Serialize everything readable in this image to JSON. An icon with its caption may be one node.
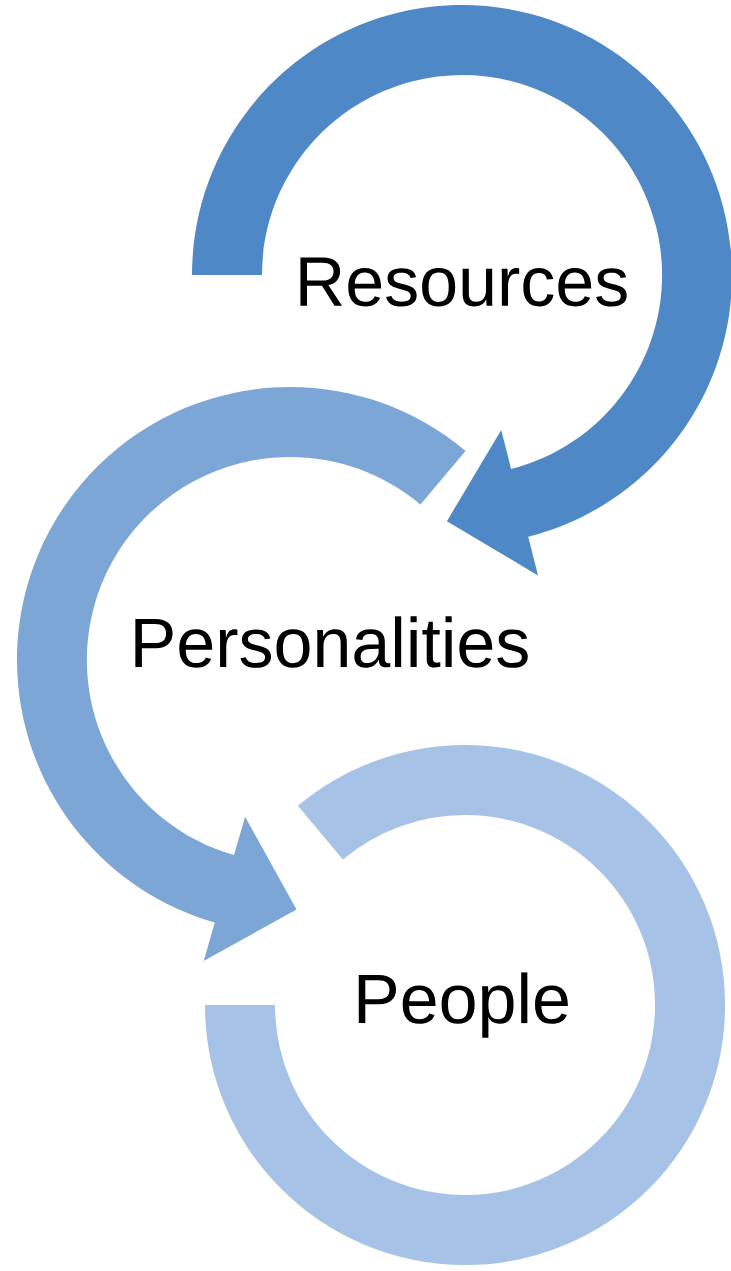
{
  "diagram": {
    "nodes": [
      {
        "text": [
          "Resources"
        ]
      },
      {
        "text": [
          "Personalities"
        ]
      },
      {
        "text": [
          "People"
        ]
      }
    ],
    "edges": [
      {
        "from": 0,
        "to": 1,
        "arrow": "to",
        "color": "#4f88c6"
      },
      {
        "from": 1,
        "to": 2,
        "arrow": "to",
        "color": "#7ca6d6"
      }
    ]
  }
}
